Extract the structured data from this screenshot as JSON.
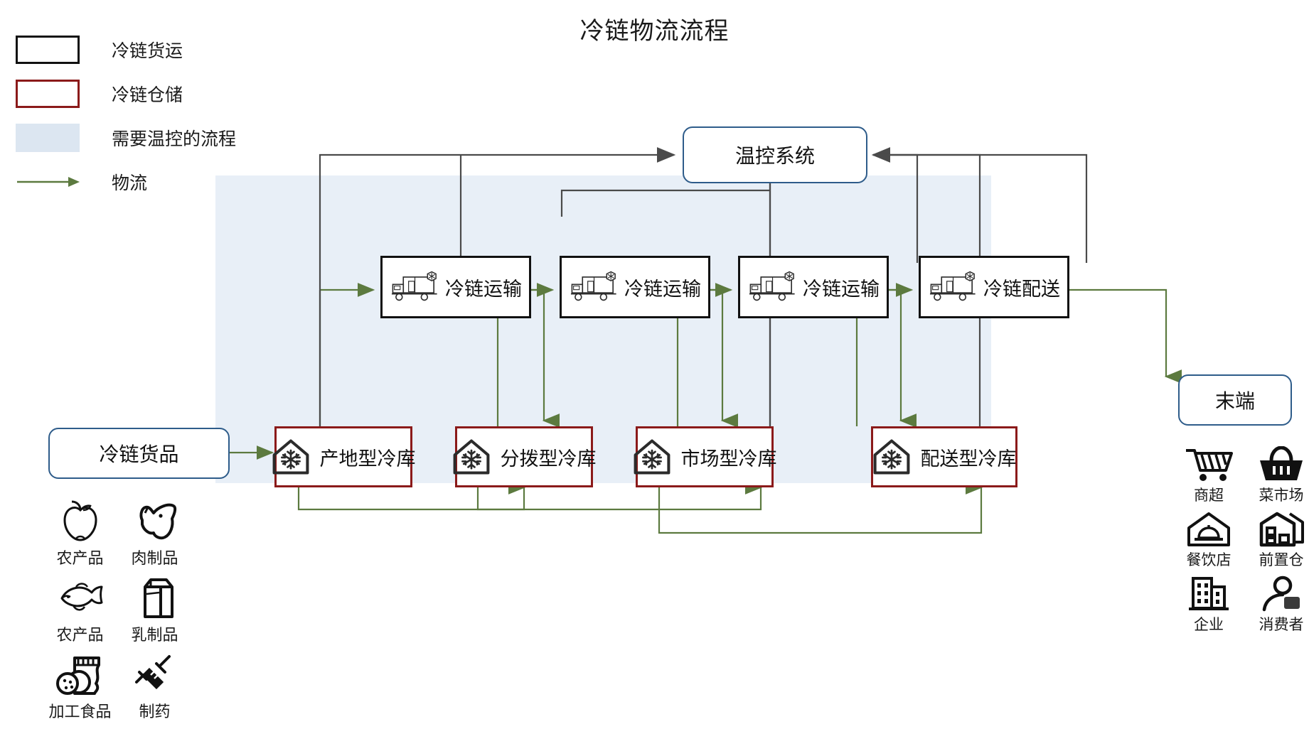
{
  "title": "冷链物流流程",
  "legend": {
    "items": [
      {
        "key": "freight",
        "swatch": "black-outline-box",
        "label": "冷链货运"
      },
      {
        "key": "storage",
        "swatch": "red-outline-box",
        "label": "冷链仓储"
      },
      {
        "key": "tempzone",
        "swatch": "blue-fill-box",
        "label": "需要温控的流程"
      },
      {
        "key": "logistics",
        "swatch": "green-arrow",
        "label": "物流"
      }
    ]
  },
  "nodes": {
    "temp_control": "温控系统",
    "goods_entry": "冷链货品",
    "terminal": "末端",
    "transports": [
      {
        "label": "冷链运输",
        "icon": "refrigerated-truck-icon"
      },
      {
        "label": "冷链运输",
        "icon": "refrigerated-truck-icon"
      },
      {
        "label": "冷链运输",
        "icon": "refrigerated-truck-icon"
      },
      {
        "label": "冷链配送",
        "icon": "refrigerated-truck-icon"
      }
    ],
    "warehouses": [
      {
        "label": "产地型冷库",
        "icon": "cold-storage-house-icon"
      },
      {
        "label": "分拨型冷库",
        "icon": "cold-storage-house-icon"
      },
      {
        "label": "市场型冷库",
        "icon": "cold-storage-house-icon"
      },
      {
        "label": "配送型冷库",
        "icon": "cold-storage-house-icon"
      }
    ]
  },
  "goods": [
    {
      "label": "农产品",
      "icon": "apple-icon"
    },
    {
      "label": "肉制品",
      "icon": "pig-icon"
    },
    {
      "label": "农产品",
      "icon": "fish-icon"
    },
    {
      "label": "乳制品",
      "icon": "milk-carton-icon"
    },
    {
      "label": "加工食品",
      "icon": "snack-bag-icon"
    },
    {
      "label": "制药",
      "icon": "syringe-icon"
    }
  ],
  "terminals": [
    {
      "label": "商超",
      "icon": "shopping-cart-icon"
    },
    {
      "label": "菜市场",
      "icon": "shopping-basket-icon"
    },
    {
      "label": "餐饮店",
      "icon": "restaurant-icon"
    },
    {
      "label": "前置仓",
      "icon": "front-warehouse-icon"
    },
    {
      "label": "企业",
      "icon": "office-building-icon"
    },
    {
      "label": "消费者",
      "icon": "consumer-person-icon"
    }
  ],
  "colors": {
    "freight_border": "#111111",
    "storage_border": "#8b1a1a",
    "temp_zone_fill": "#dce6f1",
    "logistics_arrow": "#5c7a3f",
    "control_arrow": "#4a4a4a",
    "round_border": "#2e5c8a"
  }
}
